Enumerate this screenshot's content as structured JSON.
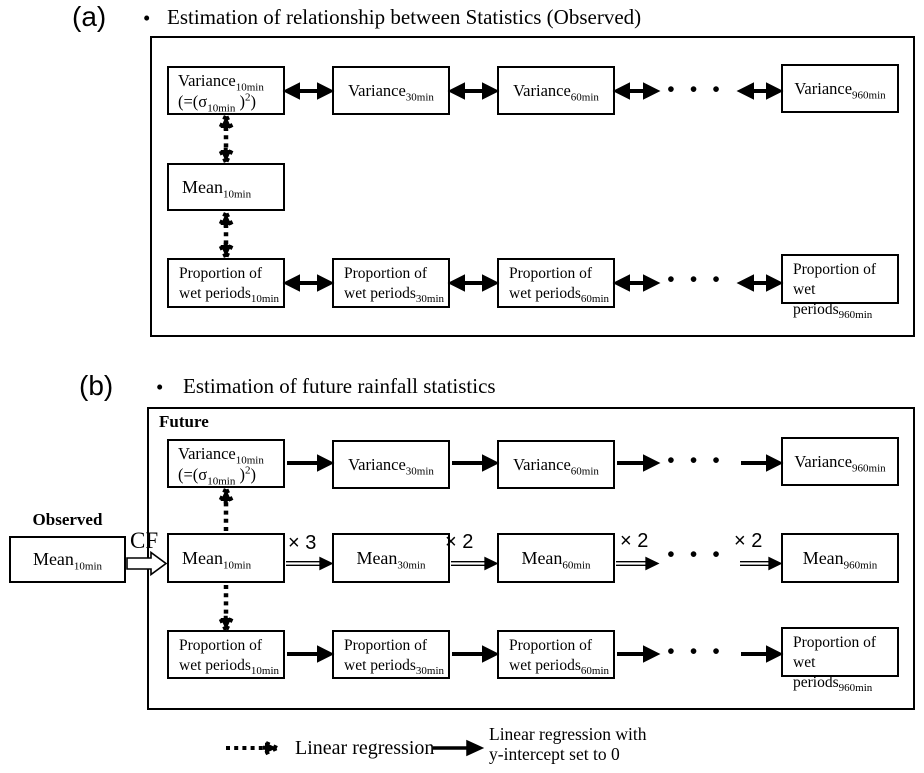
{
  "panel_a": {
    "label": "(a)",
    "bullet": "•",
    "title": "Estimation of relationship between Statistics (Observed)",
    "variance_row": [
      {
        "main": "Variance",
        "sub": "10min",
        "formula": {
          "p1": "(=(σ",
          "sub": "10min",
          "p2": " )",
          "sup": "2",
          "p3": ")"
        }
      },
      {
        "main": "Variance",
        "sub": "30min"
      },
      {
        "main": "Variance",
        "sub": "60min"
      },
      {
        "main": "Variance",
        "sub": "960min"
      }
    ],
    "mean_box": {
      "main": "Mean",
      "sub": "10min"
    },
    "proportion_row": [
      {
        "line1": "Proportion of",
        "line2": "wet periods",
        "sub": "10min"
      },
      {
        "line1": "Proportion of",
        "line2": "wet periods",
        "sub": "30min"
      },
      {
        "line1": "Proportion of",
        "line2": "wet periods",
        "sub": "60min"
      },
      {
        "line1": "Proportion of wet",
        "line2": "periods",
        "sub": "960min"
      }
    ]
  },
  "panel_b": {
    "label": "(b)",
    "bullet": "•",
    "title": "Estimation of future rainfall statistics",
    "region_label": "Future",
    "observed_label": "Observed",
    "observed_box": {
      "main": "Mean",
      "sub": "10min"
    },
    "cf_label": "CF",
    "variance_row": [
      {
        "main": "Variance",
        "sub": "10min",
        "formula": {
          "p1": "(=(σ",
          "sub": "10min",
          "p2": " )",
          "sup": "2",
          "p3": ")"
        }
      },
      {
        "main": "Variance",
        "sub": "30min"
      },
      {
        "main": "Variance",
        "sub": "60min"
      },
      {
        "main": "Variance",
        "sub": "960min"
      }
    ],
    "mean_row": [
      {
        "main": "Mean",
        "sub": "10min"
      },
      {
        "main": "Mean",
        "sub": "30min"
      },
      {
        "main": "Mean",
        "sub": "60min"
      },
      {
        "main": "Mean",
        "sub": "960min"
      }
    ],
    "multipliers": [
      "× 3",
      "× 2",
      "× 2",
      "× 2"
    ],
    "proportion_row": [
      {
        "line1": "Proportion of",
        "line2": "wet periods",
        "sub": "10min"
      },
      {
        "line1": "Proportion of",
        "line2": "wet periods",
        "sub": "30min"
      },
      {
        "line1": "Proportion of",
        "line2": "wet periods",
        "sub": "60min"
      },
      {
        "line1": "Proportion of wet",
        "line2": "periods",
        "sub": "960min"
      }
    ]
  },
  "legend": {
    "dotted_label": "Linear regression",
    "solid_label_line1": "Linear regression with",
    "solid_label_line2": "y-intercept set to 0"
  },
  "ellipsis": "• • •",
  "colors": {
    "ink": "#000000",
    "background": "#ffffff"
  }
}
